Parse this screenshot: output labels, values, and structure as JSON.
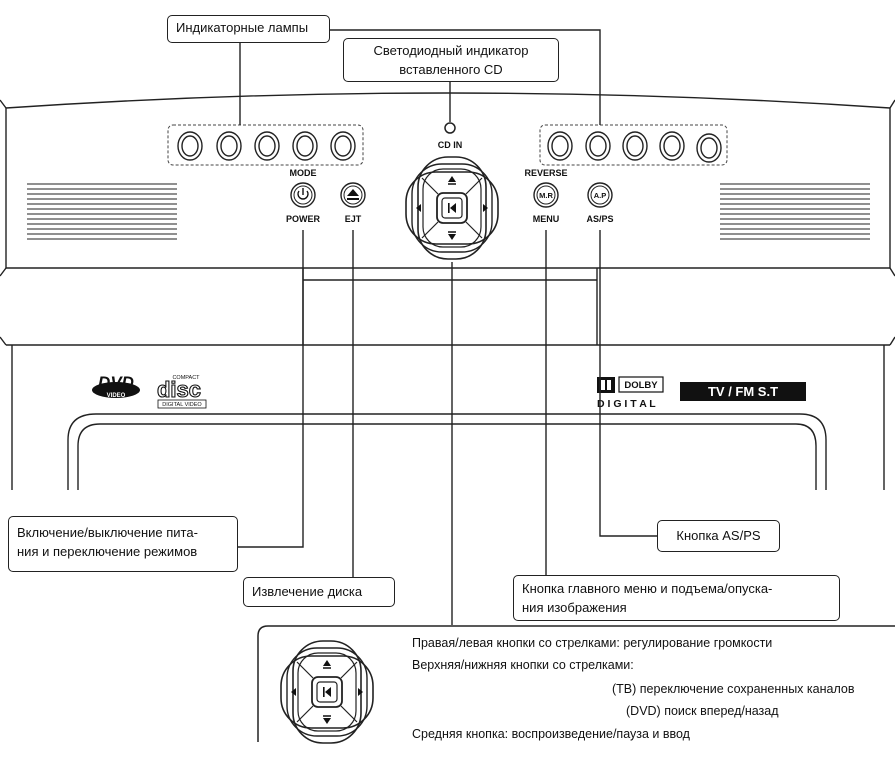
{
  "callouts": {
    "indicator_lamps": "Индикаторные лампы",
    "cd_led_line1": "Светодиодный индикатор",
    "cd_led_line2": "вставленного CD",
    "power_line1": "Включение/выключение пита-",
    "power_line2": "ния и переключение режимов",
    "eject": "Извлечение диска",
    "as_ps": "Кнопка AS/PS",
    "menu_line1": "Кнопка главного меню и подъема/опуска-",
    "menu_line2": "ния изображения"
  },
  "panel_labels": {
    "cd_in": "CD IN",
    "mode": "MODE",
    "power": "POWER",
    "ejt": "EJT",
    "reverse": "REVERSE",
    "menu": "MENU",
    "as_ps": "AS/PS",
    "mr": "M.R",
    "ap": "A.P"
  },
  "logos": {
    "dvd": "DVD",
    "dvd_sub": "VIDEO",
    "compact": "COMPACT",
    "disc": "disc",
    "digital_video": "DIGITAL VIDEO",
    "dolby": "DOLBY",
    "digital": "D I G I T A L",
    "tv_fm": "TV / FM S.T"
  },
  "legend": {
    "line1": "Правая/левая кнопки со стрелками: регулирование громкости",
    "line2": "Верхняя/нижняя кнопки со стрелками:",
    "line3": "(ТВ) переключение сохраненных каналов",
    "line4": "(DVD) поиск вперед/назад",
    "line5": "Средняя кнопка: воспроизведение/пауза и ввод"
  }
}
